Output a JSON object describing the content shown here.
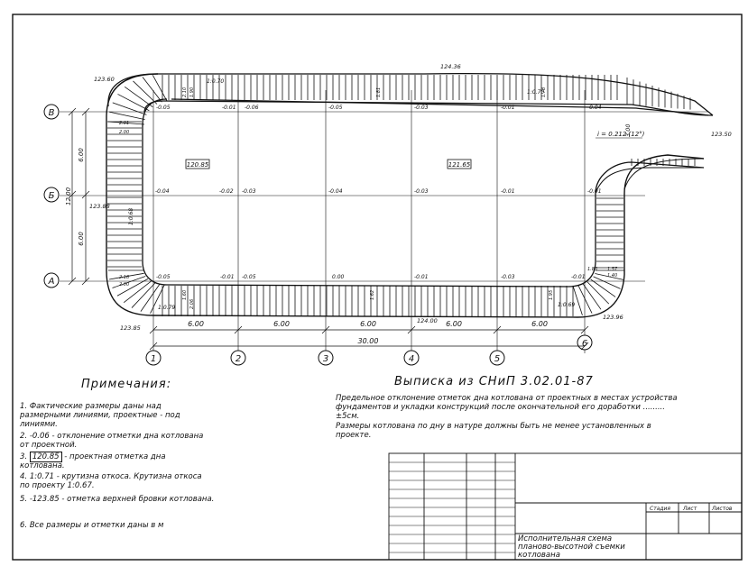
{
  "plan": {
    "axes_letters": [
      "В",
      "Б",
      "А"
    ],
    "axes_numbers": [
      "1",
      "2",
      "3",
      "4",
      "5",
      "6"
    ],
    "bay_dims": [
      "6.00",
      "6.00",
      "6.00",
      "6.00",
      "6.00"
    ],
    "total_dim": "30.00",
    "left_dims": [
      "6.00",
      "6.00",
      "12.00"
    ],
    "left_dim_label": "123.88",
    "top_edge_label": "124.36",
    "corner_tl": "123.60",
    "corner_bl": "123.85",
    "corner_br": "123.96",
    "right_label": "123.50",
    "bottom_edge_label": "124.00",
    "slope_label": "i = 0.212 (12°)",
    "ramp_dim": "3.00",
    "design_marks": [
      "120.85",
      "121.65"
    ],
    "bottom_marks": [
      "-0.05",
      "-0.01",
      "-0.05",
      "0.00",
      "-0.01",
      "-0.03",
      "-0.01"
    ],
    "mid_marks": [
      "-0.04",
      "-0.02",
      "-0.03",
      "-0.04",
      "-0.03",
      "-0.01",
      "-0.01"
    ],
    "top_marks": [
      "-0.05",
      "-0.01",
      "-0.06",
      "-0.05",
      "-0.03",
      "-0.01",
      "-0.04"
    ],
    "slope_ratios_top": [
      "1:0.70",
      "1:0.70"
    ],
    "slope_ratio_bottom": [
      "1:0.79",
      "1:0.69"
    ],
    "slope_ratio_left": "1:0.68",
    "small_pairs": [
      "2.10",
      "1.90",
      "1.81",
      "1.78",
      "2.01",
      "2.00",
      "1.85",
      "1.57",
      "1.40",
      "2.18",
      "2.00",
      "1.60",
      "1.62",
      "2.06",
      "1.95"
    ]
  },
  "notes": {
    "title": "Примечания:",
    "items": [
      {
        "num": "1.",
        "text": "Фактические размеры даны над размерными линиями, проектные - под линиями."
      },
      {
        "num": "2.",
        "text": "-0.06 - отклонение отметки дна котлована от проектной."
      },
      {
        "num": "3.",
        "box": "120.85",
        "text": "- проектная отметка дна котлована."
      },
      {
        "num": "4.",
        "text": "1:0.71 - крутизна откоса. Крутизна откоса по проекту 1:0.67."
      },
      {
        "num": "5.",
        "text": "-123.85 - отметка верхней бровки котлована."
      },
      {
        "num": "6.",
        "text": "Все размеры и отметки даны в м"
      }
    ]
  },
  "extract": {
    "title": "Выписка из СНиП 3.02.01-87",
    "p1": "Предельное отклонение отметок дна котлована от проектных в местах устройства фундаментов и укладки конструкций после окончательной его доработки ......... ±5см.",
    "p2": "Размеры котлована по дну в натуре должны быть не менее установленных в проекте."
  },
  "stamp": {
    "stage_label": "Стадия",
    "sheet_label": "Лист",
    "sheets_label": "Листов",
    "title": "Исполнительная схема планово-высотной съемки котлована"
  }
}
